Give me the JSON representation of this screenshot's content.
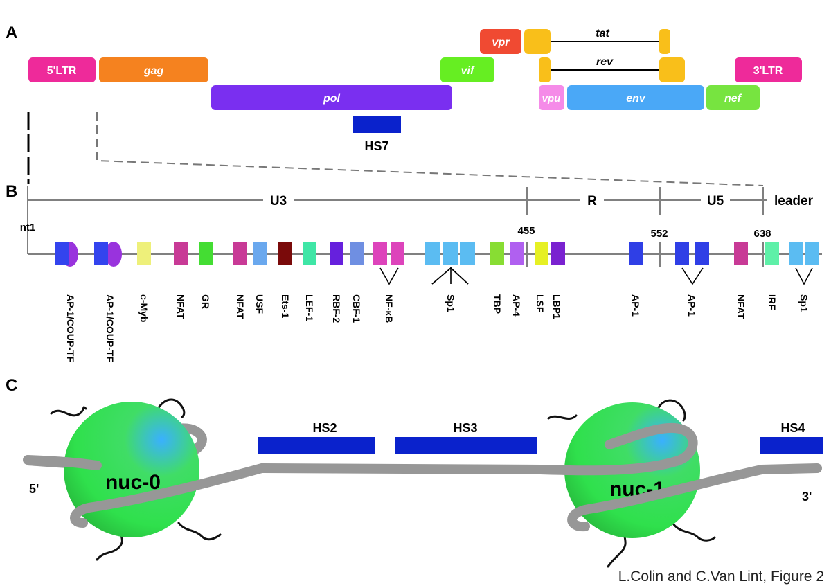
{
  "panels": {
    "a": "A",
    "b": "B",
    "c": "C"
  },
  "genome": {
    "ltr5": "5'LTR",
    "gag": "gag",
    "pol": "pol",
    "vif": "vif",
    "vpr": "vpr",
    "tat": "tat",
    "rev": "rev",
    "vpu": "vpu",
    "env": "env",
    "nef": "nef",
    "ltr3": "3'LTR",
    "hs7": "HS7"
  },
  "ltr": {
    "u3": "U3",
    "r": "R",
    "u5": "U5",
    "leader": "leader",
    "nt1": "nt1",
    "n455": "455",
    "n552": "552",
    "n638": "638",
    "sites": [
      "AP-1/COUP-TF",
      "AP-1/COUP-TF",
      "c-Myb",
      "NFAT",
      "GR",
      "NFAT",
      "USF",
      "Ets-1",
      "LEF-1",
      "RBF-2",
      "CBF-1",
      "NF-κB",
      "Sp1",
      "TBP",
      "AP-4",
      "LSF",
      "LBP1",
      "AP-1",
      "AP-1",
      "NFAT",
      "IRF",
      "Sp1"
    ]
  },
  "chromatin": {
    "nuc0": "nuc-0",
    "nuc1": "nuc-1",
    "hs2": "HS2",
    "hs3": "HS3",
    "hs4": "HS4",
    "end5": "5'",
    "end3": "3'"
  },
  "caption": "L.Colin and C.Van Lint, Figure 2",
  "colors": {
    "ltr": "#ee2a9a",
    "gag": "#f5821f",
    "pol": "#7a2ff0",
    "vif": "#66ee22",
    "vpr": "#f04a32",
    "tat_rev": "#f9bf1a",
    "vpu": "#f58be8",
    "env": "#4aa8f7",
    "nef": "#77e440",
    "hs": "#0a22cc",
    "nucleosome": "#3fd85a",
    "dna": "#969696"
  }
}
